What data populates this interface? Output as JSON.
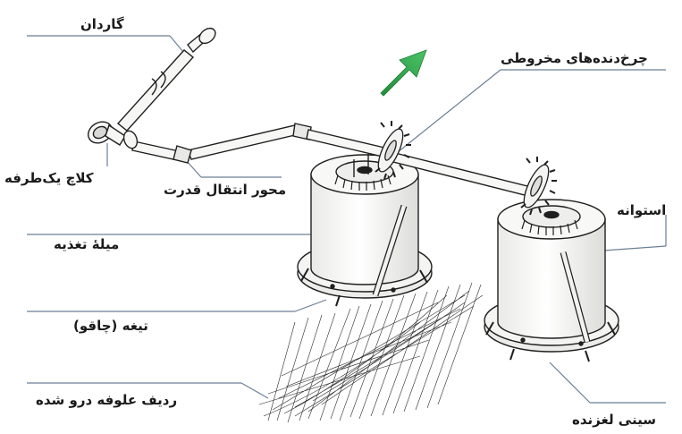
{
  "labels": {
    "cardan": "گاردان",
    "bevel_gears": "چرخ‌دنده‌های مخروطی",
    "one_way_clutch": "کلاچ یک‌طرفه",
    "power_shaft": "محور انتقال قدرت",
    "cylinder": "استوانه",
    "feed_rod": "میلهٔ تغذیه",
    "blade": "تیغه (چاقو)",
    "forage_row": "ردیف علوفه درو شده",
    "sliding_tray": "سینی لغزنده"
  },
  "colors": {
    "line": "#1f1f1f",
    "leader": "#6b7f95",
    "arrow": "#2ea84a",
    "cylinder_fill": "#f7f7f5",
    "text": "#1a1a1a"
  }
}
